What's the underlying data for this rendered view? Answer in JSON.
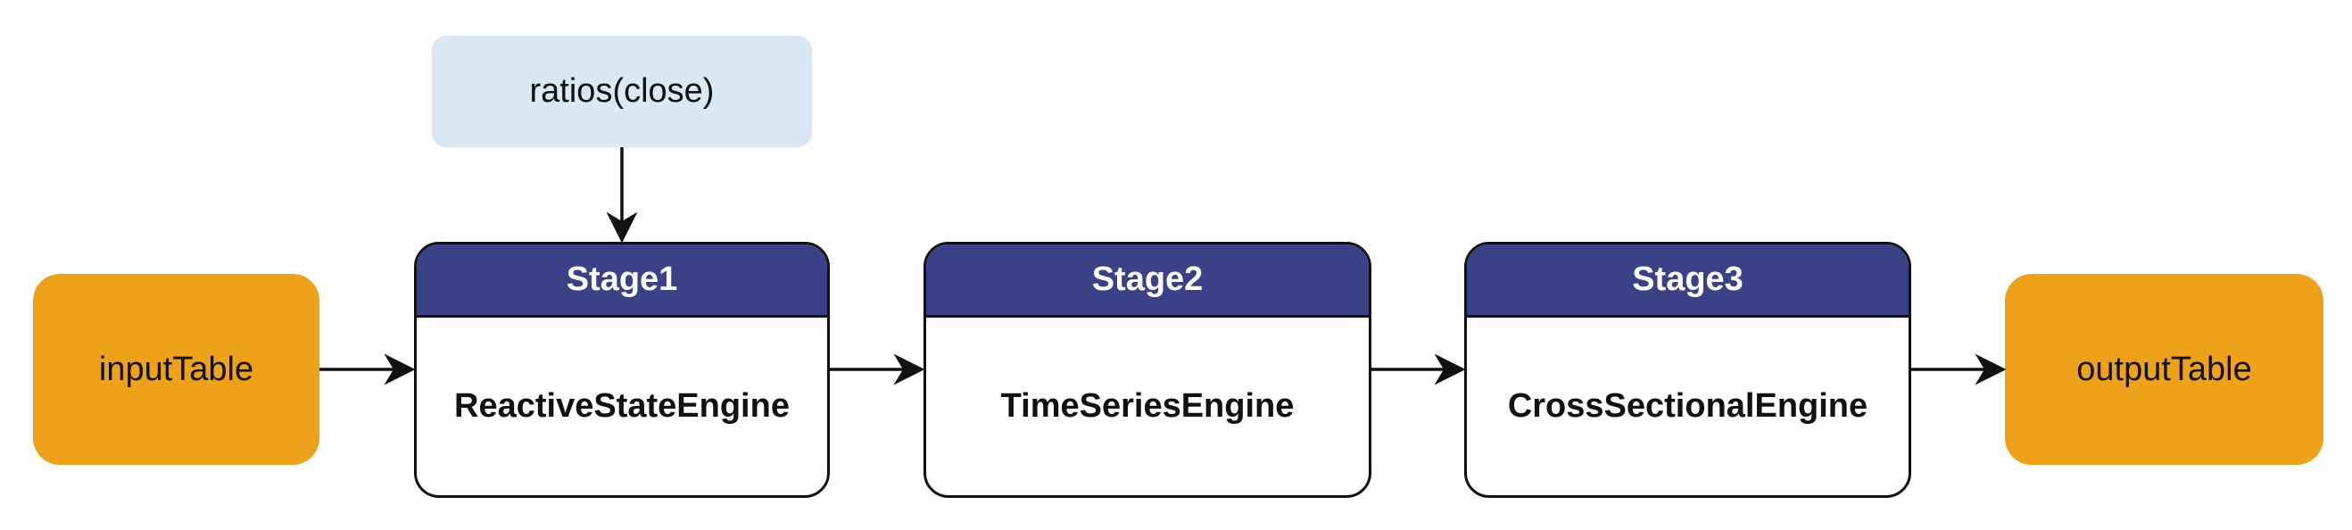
{
  "colors": {
    "io_fill": "#EDA219",
    "param_fill": "#DAE8F4",
    "stage_header_fill": "#3B4187",
    "stage_header_text": "#FFFFFF",
    "outline": "#111111"
  },
  "nodes": {
    "input": {
      "label": "inputTable"
    },
    "param": {
      "label": "ratios(close)"
    },
    "stage1": {
      "header": "Stage1",
      "engine": "ReactiveStateEngine"
    },
    "stage2": {
      "header": "Stage2",
      "engine": "TimeSeriesEngine"
    },
    "stage3": {
      "header": "Stage3",
      "engine": "CrossSectionalEngine"
    },
    "output": {
      "label": "outputTable"
    }
  },
  "edges": [
    {
      "from": "input",
      "to": "stage1"
    },
    {
      "from": "param",
      "to": "stage1"
    },
    {
      "from": "stage1",
      "to": "stage2"
    },
    {
      "from": "stage2",
      "to": "stage3"
    },
    {
      "from": "stage3",
      "to": "output"
    }
  ]
}
